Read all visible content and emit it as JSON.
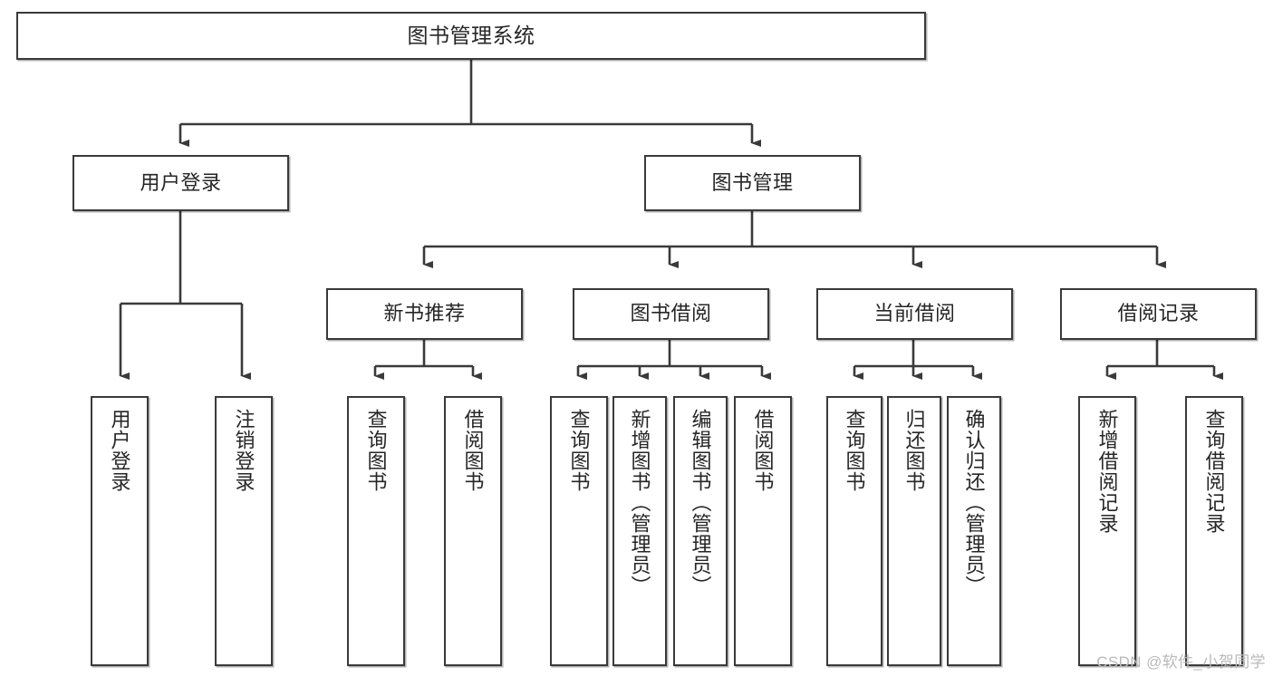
{
  "diagram": {
    "title": "图书管理系统",
    "type": "hierarchy-tree",
    "watermark": "CSDN @软件_小贺同学",
    "colors": {
      "stroke": "#3a3a3a",
      "fill": "#ffffff",
      "text": "#262626",
      "watermark": "#b9b9b9"
    },
    "nodes": {
      "root": {
        "label": "图书管理系统"
      },
      "level2": [
        {
          "label": "用户登录"
        },
        {
          "label": "图书管理"
        }
      ],
      "level3": [
        {
          "label": "新书推荐"
        },
        {
          "label": "图书借阅"
        },
        {
          "label": "当前借阅"
        },
        {
          "label": "借阅记录"
        }
      ],
      "leaves": [
        {
          "label": "用户登录",
          "parent": "用户登录"
        },
        {
          "label": "注销登录",
          "parent": "用户登录"
        },
        {
          "label": "查询图书",
          "parent": "新书推荐"
        },
        {
          "label": "借阅图书",
          "parent": "新书推荐"
        },
        {
          "label": "查询图书",
          "parent": "图书借阅"
        },
        {
          "label": "新增图书（管理员）",
          "parent": "图书借阅"
        },
        {
          "label": "编辑图书（管理员）",
          "parent": "图书借阅"
        },
        {
          "label": "借阅图书",
          "parent": "图书借阅"
        },
        {
          "label": "查询图书",
          "parent": "当前借阅"
        },
        {
          "label": "归还图书",
          "parent": "当前借阅"
        },
        {
          "label": "确认归还（管理员）",
          "parent": "当前借阅"
        },
        {
          "label": "新增借阅记录",
          "parent": "借阅记录"
        },
        {
          "label": "查询借阅记录",
          "parent": "借阅记录"
        }
      ]
    }
  }
}
